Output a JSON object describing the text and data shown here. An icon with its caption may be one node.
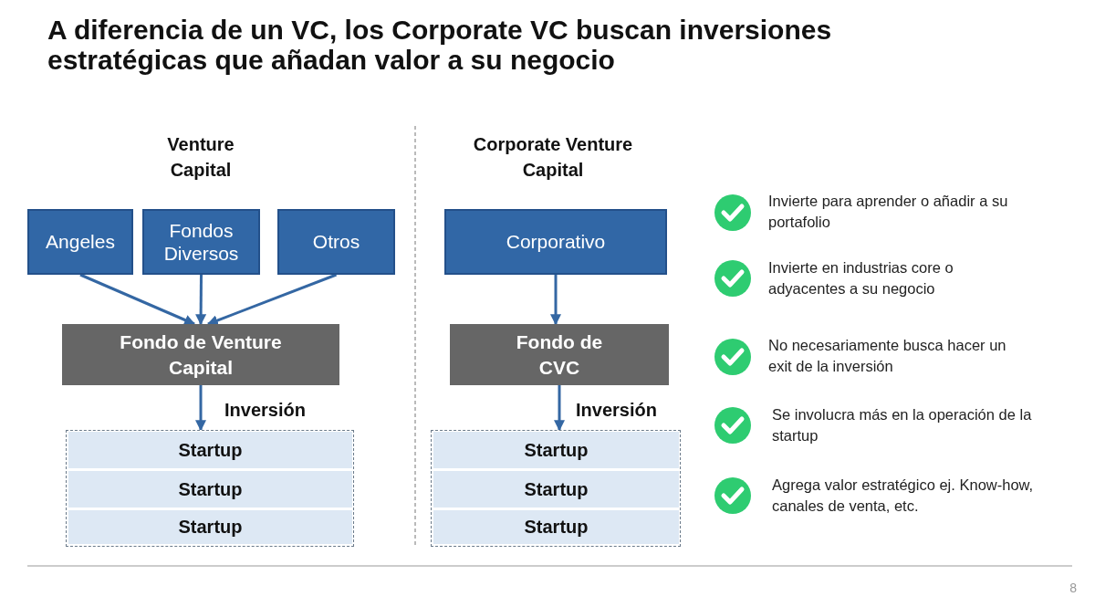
{
  "diagram": {
    "title": "A diferencia de un VC, los Corporate VC buscan inversiones estratégicas que añadan valor a su negocio",
    "nodes": [
      {
        "text": [
          "Angeles"
        ]
      },
      {
        "text": [
          "Fondos Diversos"
        ]
      },
      {
        "text": [
          "Otros"
        ]
      },
      {
        "text": [
          "Fondo de Venture Capital"
        ]
      },
      {
        "text": [],
        "shape": "box"
      },
      {
        "text": [
          "Startup"
        ],
        "in": 4
      },
      {
        "text": [
          "Startup"
        ],
        "in": 4
      },
      {
        "text": [
          "Startup"
        ],
        "in": 4
      },
      {
        "text": [
          "Corporativo"
        ]
      },
      {
        "text": [
          "Fondo de CVC"
        ]
      },
      {
        "text": [],
        "shape": "box"
      },
      {
        "text": [
          "Startup"
        ],
        "in": 10
      },
      {
        "text": [
          "Startup"
        ],
        "in": 10
      },
      {
        "text": [
          "Startup"
        ],
        "in": 10
      }
    ],
    "edges": [
      {
        "from": 0,
        "to": 3,
        "arrow": "to"
      },
      {
        "from": 1,
        "to": 3,
        "arrow": "to"
      },
      {
        "from": 2,
        "to": 3,
        "arrow": "to"
      },
      {
        "from": 3,
        "to": 4,
        "arrow": "to",
        "label": "Inversión"
      },
      {
        "from": 8,
        "to": 9,
        "arrow": "to"
      },
      {
        "from": 9,
        "to": 10,
        "arrow": "to",
        "label": "Inversión"
      }
    ],
    "labels": [
      "Venture Capital",
      "Corporate Venture Capital",
      "Invierte para aprender o añadir a su portafolio",
      "Invierte en industrias core o adyacentes a su negocio",
      "No necesariamente busca hacer un exit de la inversión",
      "Se involucra más en la operación de la startup",
      "Agrega valor estratégico ej. Know-how, canales de venta, etc.",
      "8"
    ]
  }
}
